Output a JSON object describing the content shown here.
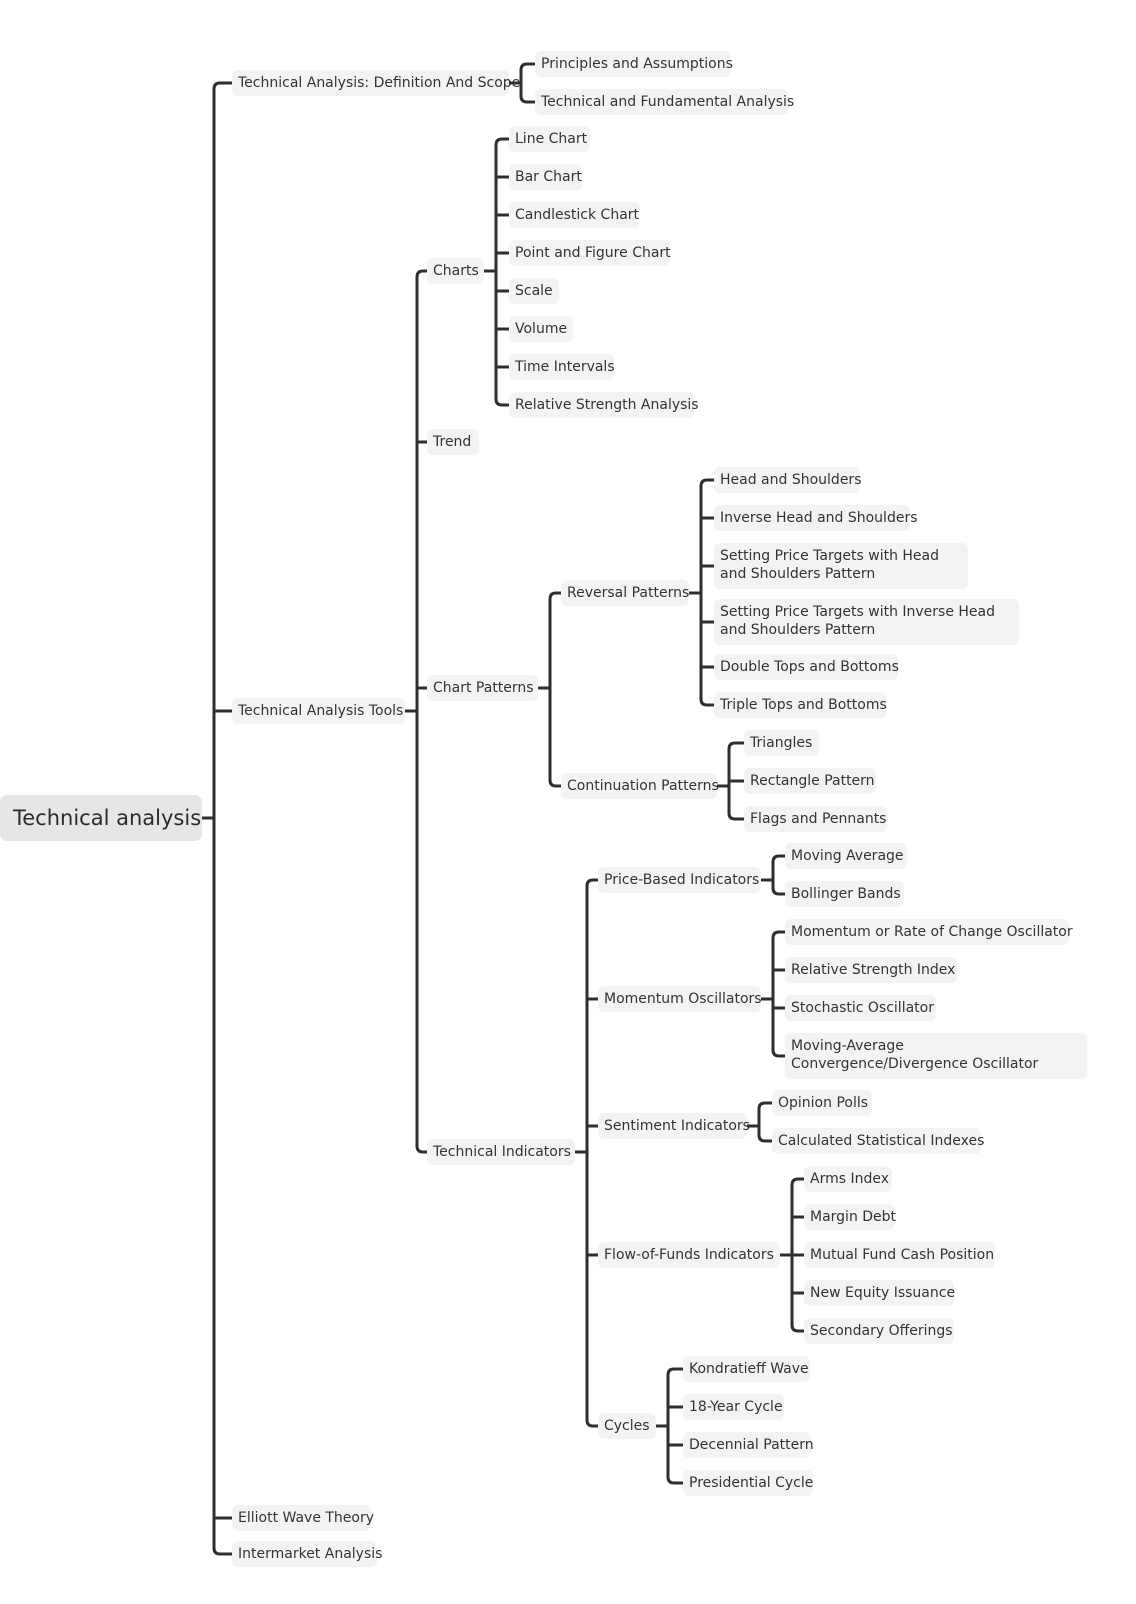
{
  "root": {
    "label": "Technical analysis",
    "children": [
      {
        "label": "Technical Analysis: Definition And Scope",
        "children": [
          {
            "label": "Principles and Assumptions"
          },
          {
            "label": "Technical and Fundamental Analysis"
          }
        ]
      },
      {
        "label": "Technical Analysis Tools",
        "children": [
          {
            "label": "Charts",
            "children": [
              {
                "label": "Line Chart"
              },
              {
                "label": "Bar Chart"
              },
              {
                "label": "Candlestick Chart"
              },
              {
                "label": "Point and Figure Chart"
              },
              {
                "label": "Scale"
              },
              {
                "label": "Volume"
              },
              {
                "label": "Time Intervals"
              },
              {
                "label": "Relative Strength Analysis"
              }
            ]
          },
          {
            "label": "Trend"
          },
          {
            "label": "Chart Patterns",
            "children": [
              {
                "label": "Reversal Patterns",
                "children": [
                  {
                    "label": "Head and Shoulders"
                  },
                  {
                    "label": "Inverse Head and Shoulders"
                  },
                  {
                    "label": "Setting Price Targets with Head and Shoulders Pattern"
                  },
                  {
                    "label": "Setting Price Targets with Inverse Head and Shoulders Pattern"
                  },
                  {
                    "label": "Double Tops and Bottoms"
                  },
                  {
                    "label": "Triple Tops and Bottoms"
                  }
                ]
              },
              {
                "label": "Continuation Patterns",
                "children": [
                  {
                    "label": "Triangles"
                  },
                  {
                    "label": "Rectangle Pattern"
                  },
                  {
                    "label": "Flags and Pennants"
                  }
                ]
              }
            ]
          },
          {
            "label": "Technical Indicators",
            "children": [
              {
                "label": "Price-Based Indicators",
                "children": [
                  {
                    "label": "Moving Average"
                  },
                  {
                    "label": "Bollinger Bands"
                  }
                ]
              },
              {
                "label": "Momentum Oscillators",
                "children": [
                  {
                    "label": "Momentum or Rate of Change Oscillator"
                  },
                  {
                    "label": "Relative Strength Index"
                  },
                  {
                    "label": "Stochastic Oscillator"
                  },
                  {
                    "label": "Moving-Average Convergence/Divergence Oscillator"
                  }
                ]
              },
              {
                "label": "Sentiment Indicators",
                "children": [
                  {
                    "label": "Opinion Polls"
                  },
                  {
                    "label": "Calculated Statistical Indexes"
                  }
                ]
              },
              {
                "label": "Flow-of-Funds Indicators",
                "children": [
                  {
                    "label": "Arms Index"
                  },
                  {
                    "label": "Margin Debt"
                  },
                  {
                    "label": "Mutual Fund Cash Position"
                  },
                  {
                    "label": "New Equity Issuance"
                  },
                  {
                    "label": "Secondary Offerings"
                  }
                ]
              },
              {
                "label": "Cycles",
                "children": [
                  {
                    "label": "Kondratieff Wave"
                  },
                  {
                    "label": "18-Year Cycle"
                  },
                  {
                    "label": "Decennial Pattern"
                  },
                  {
                    "label": "Presidential Cycle"
                  }
                ]
              }
            ]
          }
        ]
      },
      {
        "label": "Elliott Wave Theory"
      },
      {
        "label": "Intermarket Analysis"
      }
    ]
  }
}
